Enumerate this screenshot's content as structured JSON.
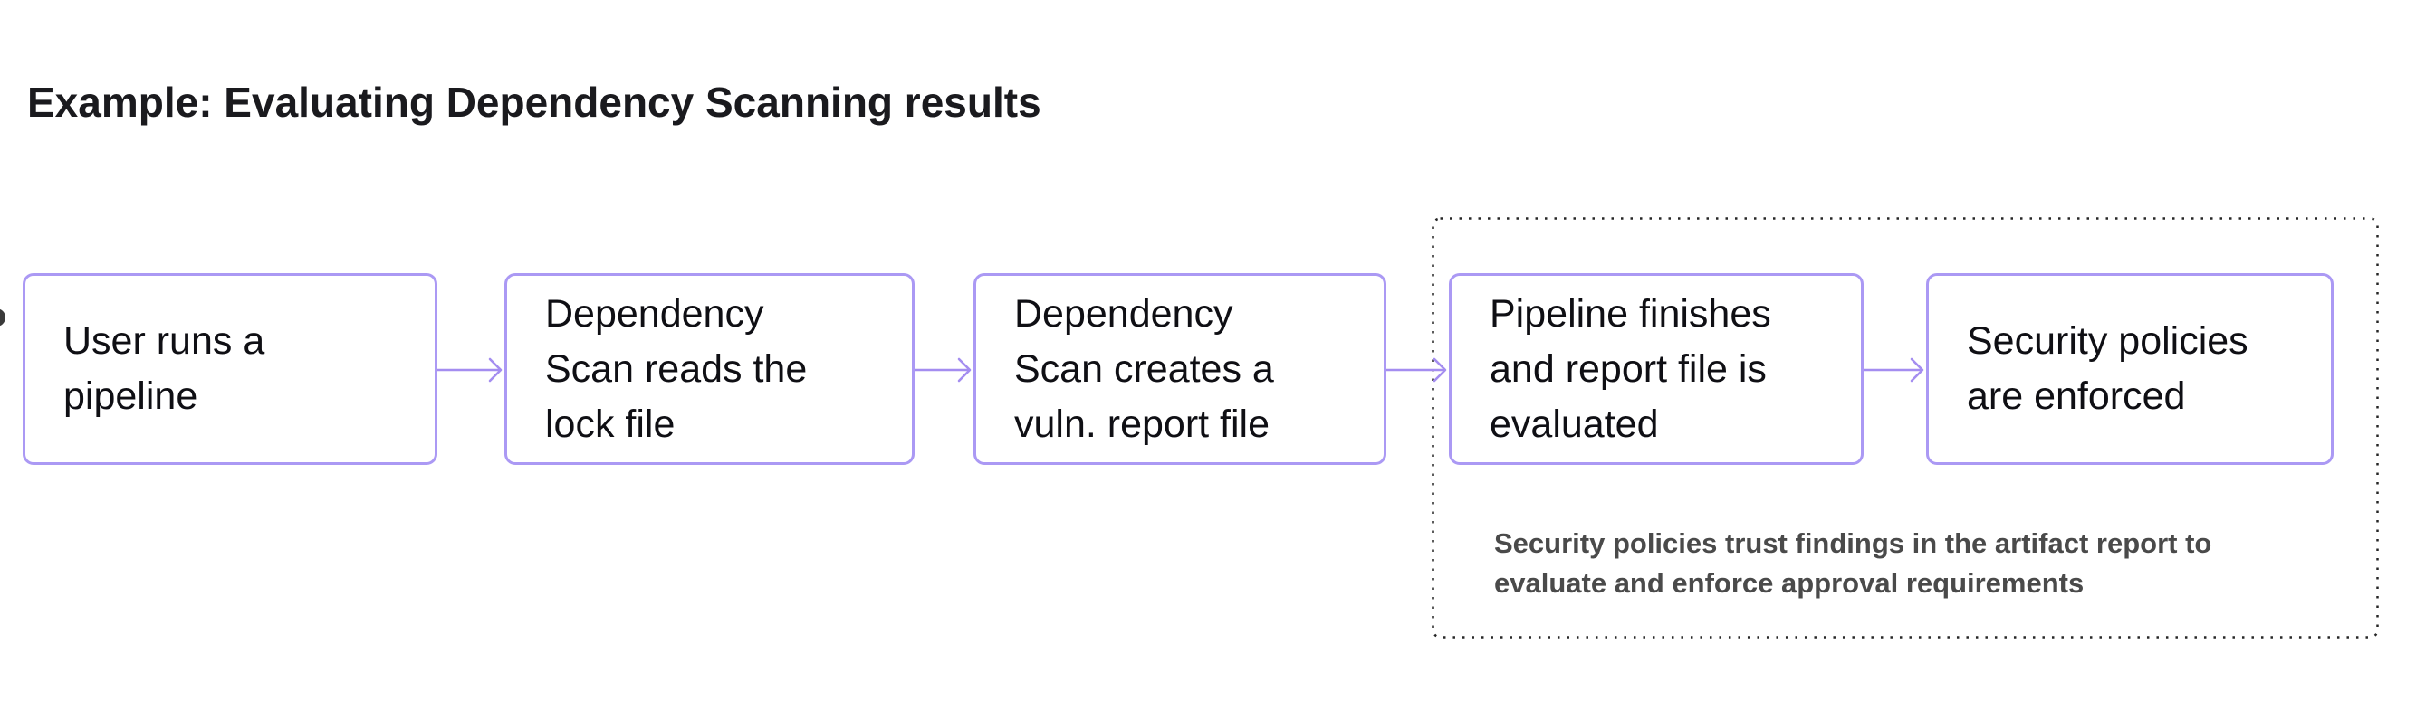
{
  "title": "Example: Evaluating Dependency Scanning results",
  "colors": {
    "accent_border": "#ab99f4",
    "arrow_color": "#a48df0",
    "dotted_border": "#262626",
    "note_text": "#4a4a4a",
    "box_text": "#0f0f14",
    "title_text": "#1a1a1e",
    "background": "#ffffff"
  },
  "flow": {
    "steps": [
      {
        "label": "User runs a\npipeline"
      },
      {
        "label": "Dependency\nScan reads the\nlock file"
      },
      {
        "label": "Dependency\nScan creates a\nvuln. report file"
      },
      {
        "label": "Pipeline finishes\nand report file is\nevaluated"
      },
      {
        "label": "Security policies\nare enforced"
      }
    ],
    "connector_icon": "arrow-right",
    "group_note": "Security policies trust findings in the artifact report to\nevaluate and enforce approval requirements"
  }
}
